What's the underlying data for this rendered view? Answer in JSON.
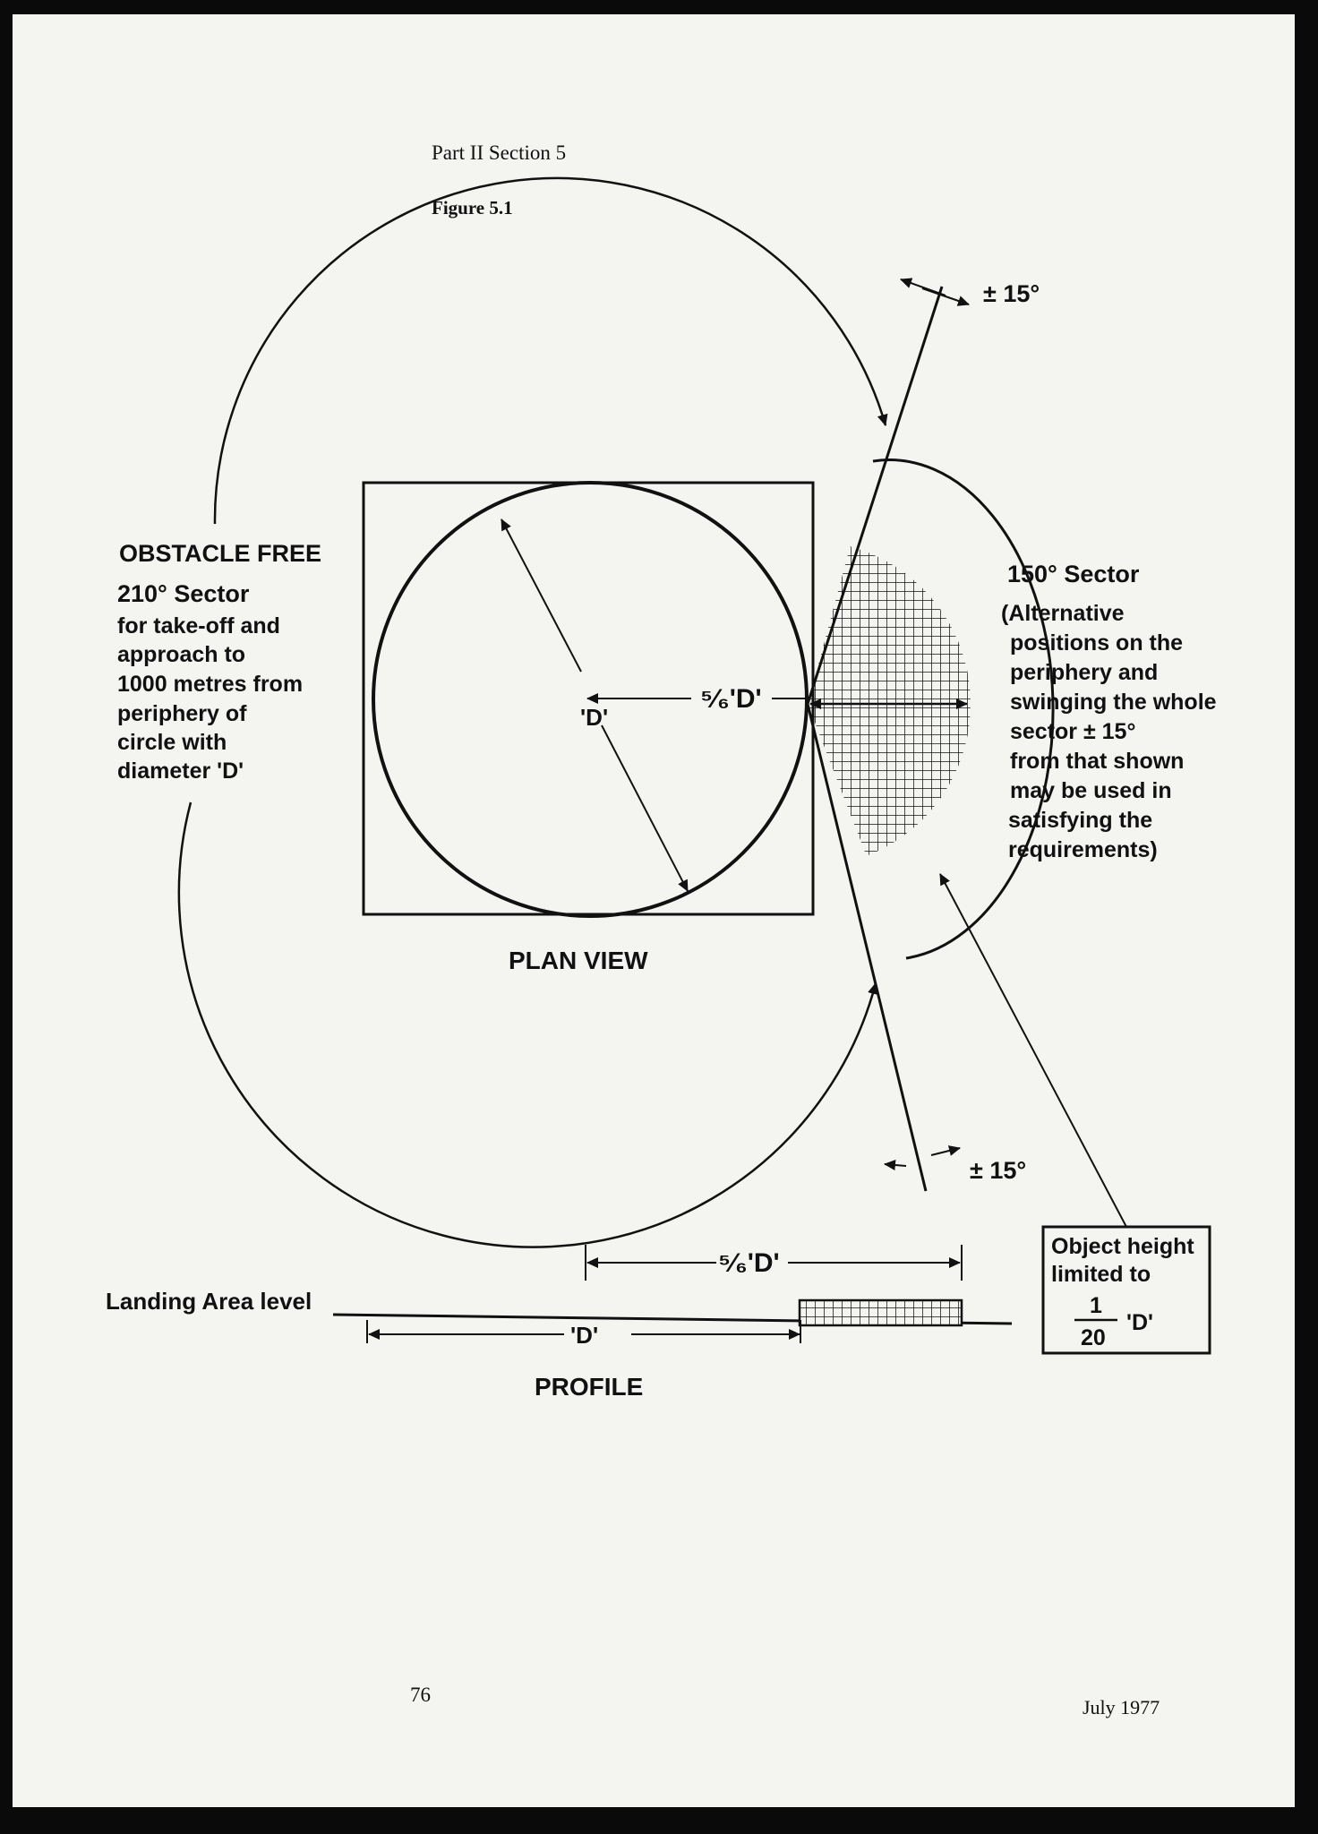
{
  "header": {
    "section": "Part II Section 5",
    "figure": "Figure 5.1"
  },
  "labels": {
    "pm15_top": "± 15°",
    "pm15_bottom": "± 15°",
    "obstacle_free": "OBSTACLE FREE",
    "sector210": "210° Sector",
    "sector210_desc": [
      "for take-off and",
      "approach to",
      "1000 metres from",
      "periphery of",
      "circle with",
      "diameter 'D'"
    ],
    "sector150": "150° Sector",
    "sector150_desc": [
      "(Alternative",
      "positions on the",
      "periphery and",
      "swinging the whole",
      "sector ± 15°",
      "from that shown",
      "may be used in",
      "satisfying the",
      "requirements)"
    ],
    "d_label": "'D'",
    "five_sixths_d": "⁵⁄₆'D'",
    "plan_view": "PLAN VIEW",
    "landing_area_level": "Landing Area level",
    "profile_d": "'D'",
    "profile_five_sixths_d": "⁵⁄₆'D'",
    "profile": "PROFILE",
    "object_height": [
      "Object height",
      "limited to"
    ],
    "fraction_num": "1",
    "fraction_den": "20",
    "fraction_unit": "'D'"
  },
  "footer": {
    "page_number": "76",
    "date": "July 1977"
  }
}
